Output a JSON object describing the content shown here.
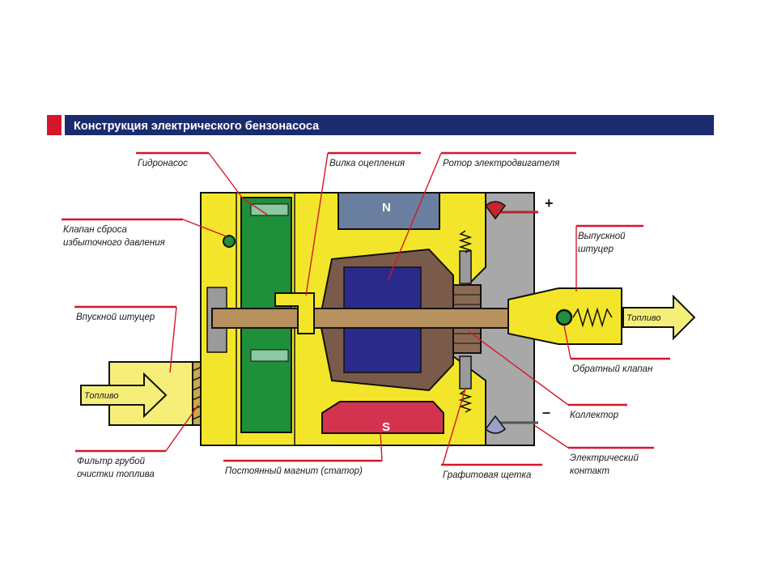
{
  "title": "Конструкция электрического бензонасоса",
  "labels": {
    "hydropump": "Гидронасос",
    "clutch_fork": "Вилка оцепления",
    "rotor": "Ротор электродвигателя",
    "relief_valve_line1": "Клапан сброса",
    "relief_valve_line2": "избыточного давления",
    "inlet": "Впускной штуцер",
    "filter_line1": "Фильтр грубой",
    "filter_line2": "очистки топлива",
    "magnet": "Постоянный магнит (статор)",
    "brush": "Графитовая щетка",
    "outlet_line1": "Выпускной",
    "outlet_line2": "штуцер",
    "check_valve": "Обратный клапан",
    "collector": "Коллектор",
    "contact_line1": "Электрический",
    "contact_line2": "контакт"
  },
  "poles": {
    "north": "N",
    "south": "S"
  },
  "signs": {
    "plus": "+",
    "minus": "–"
  },
  "arrows": {
    "fuel_in": "Топливо",
    "fuel_out": "Топливо"
  },
  "colors": {
    "title_bar": "#1a2c6e",
    "accent_red": "#d5172b",
    "housing_yellow": "#f3e62a",
    "pump_green": "#1f8f3a",
    "rotor_blue": "#2a2a8a",
    "armature_brown": "#7a5a4a",
    "shaft_tan": "#b7925f",
    "magnet_south": "#d4334f",
    "magnet_north": "#6a7fa0",
    "endcap_gray": "#a8a8a8",
    "fuel_arrow": "#f5ef7a"
  }
}
